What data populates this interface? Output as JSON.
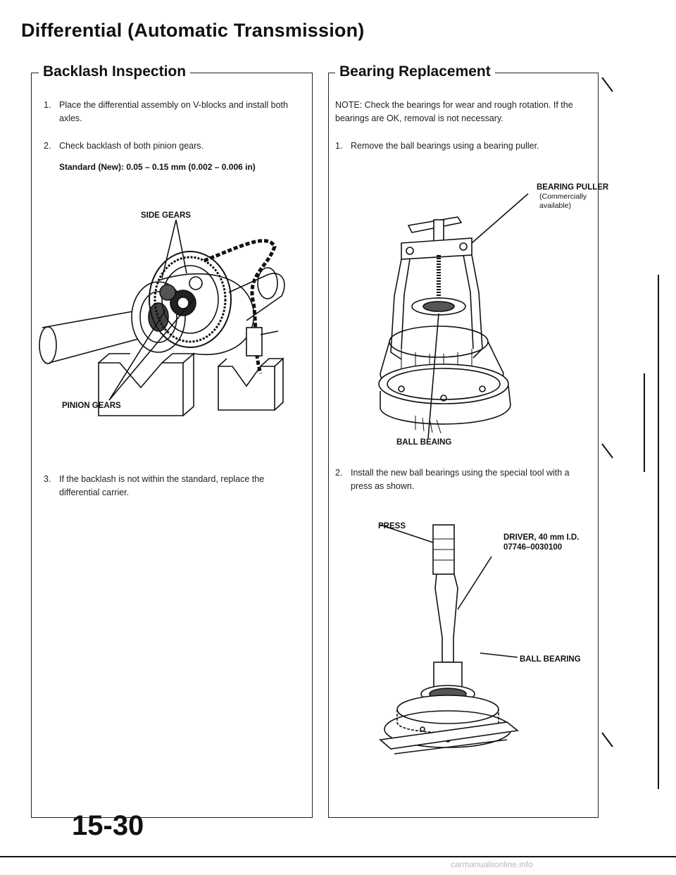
{
  "page": {
    "title": "Differential (Automatic Transmission)",
    "page_number": "15-30",
    "footer": "carmanualsonline.info"
  },
  "backlash": {
    "heading": "Backlash Inspection",
    "step1_num": "1.",
    "step1": "Place the differential assembly on V-blocks and install both axles.",
    "step2_num": "2.",
    "step2": "Check backlash of both pinion gears.",
    "standard": "Standard (New): 0.05 – 0.15 mm (0.002 – 0.006 in)",
    "label_side_gears": "SIDE GEARS",
    "label_pinion_gears": "PINION GEARS",
    "step3_num": "3.",
    "step3": "If the backlash is not within the standard, replace the differential carrier."
  },
  "bearing": {
    "heading": "Bearing Replacement",
    "note": "NOTE: Check the bearings for wear and rough rotation. If the bearings are OK, removal is not necessary.",
    "step1_num": "1.",
    "step1": "Remove the ball bearings using a bearing puller.",
    "label_puller": "BEARING PULLER",
    "label_puller_sub1": "(Commercially",
    "label_puller_sub2": "available)",
    "label_ball_bearing_1": "BALL BEAING",
    "step2_num": "2.",
    "step2": "Install the new ball bearings using the special tool with a press as shown.",
    "label_press": "PRESS",
    "label_driver": "DRIVER, 40 mm I.D.",
    "label_driver_part": "07746–0030100",
    "label_ball_bearing_2": "BALL BEARING"
  }
}
